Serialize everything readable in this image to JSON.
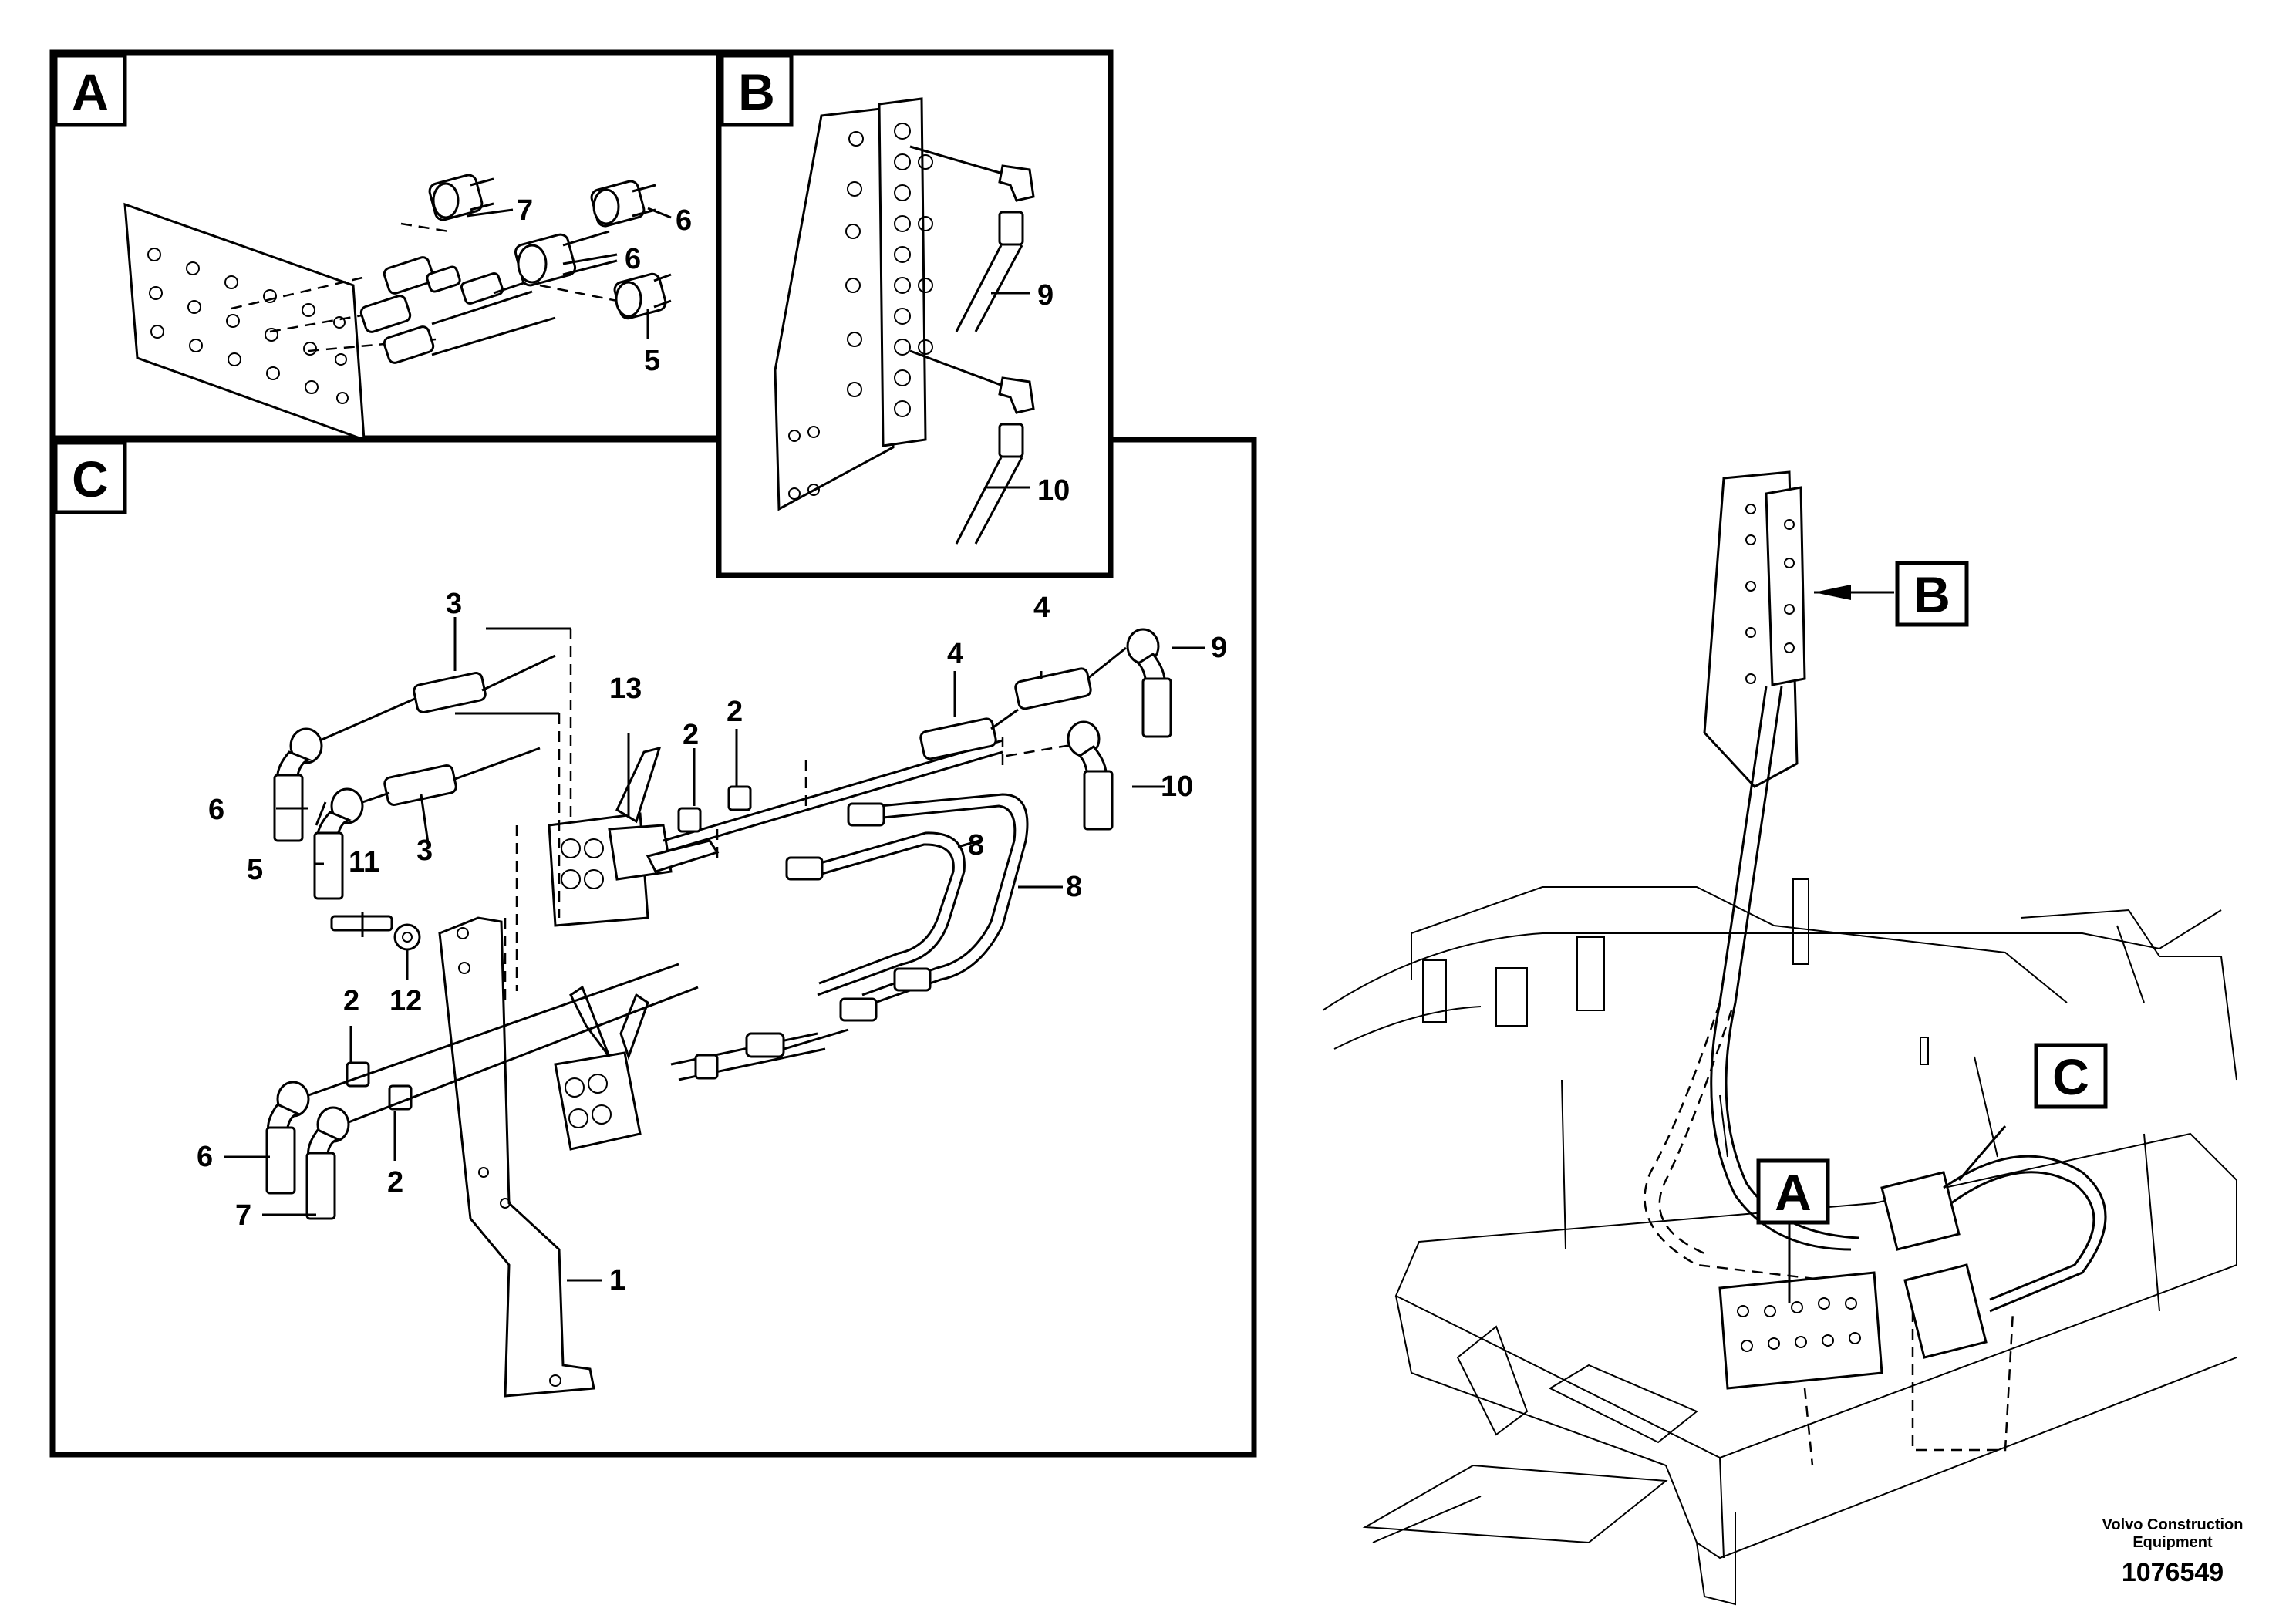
{
  "panels": {
    "a": "A",
    "b": "B",
    "c": "C"
  },
  "overview_callouts": {
    "a": "A",
    "b": "B",
    "c": "C"
  },
  "part_numbers": {
    "a_7": "7",
    "a_6_top": "6",
    "a_6_mid": "6",
    "a_5": "5",
    "b_9": "9",
    "b_10": "10",
    "c_3_top": "3",
    "c_4_left": "4",
    "c_4_right": "4",
    "c_9": "9",
    "c_13": "13",
    "c_2_a": "2",
    "c_2_b": "2",
    "c_6_top": "6",
    "c_5": "5",
    "c_3_mid": "3",
    "c_10": "10",
    "c_8_inner": "8",
    "c_8_outer": "8",
    "c_11": "11",
    "c_12": "12",
    "c_2_low": "2",
    "c_6_low": "6",
    "c_2_bottom": "2",
    "c_7": "7",
    "c_1": "1"
  },
  "footer": {
    "brand_line1": "Volvo Construction",
    "brand_line2": "Equipment",
    "doc_number": "1076549"
  }
}
